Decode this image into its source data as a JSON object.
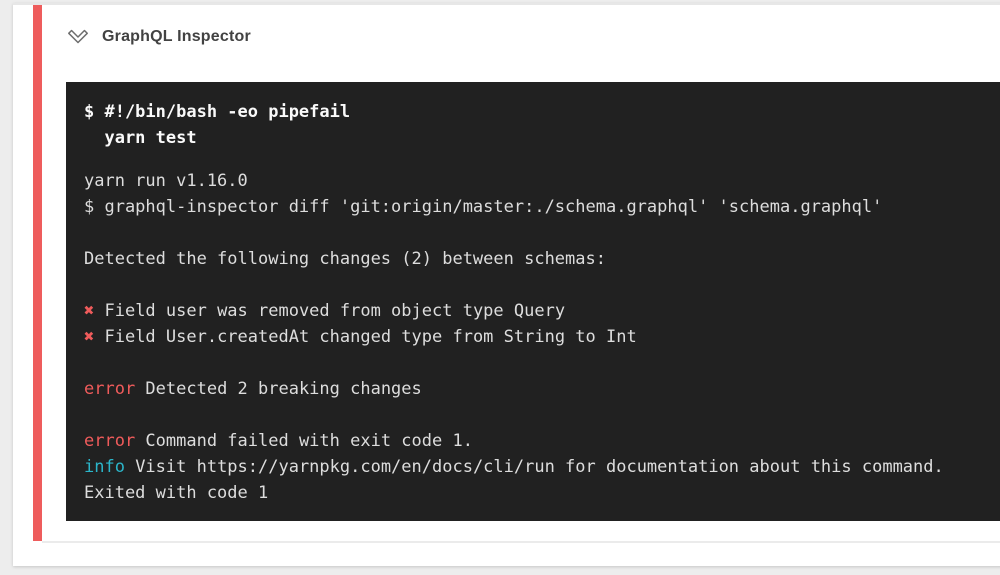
{
  "step": {
    "title": "GraphQL Inspector"
  },
  "icons": {
    "collapse": "chevron-down-icon"
  },
  "colors": {
    "page_bg": "#ededed",
    "card_bg": "#ffffff",
    "fail_accent": "#ee5c5c",
    "terminal_bg": "#212121",
    "terminal_text": "#dddddd",
    "terminal_bold": "#fafafa",
    "error_red": "#ef5b5b",
    "info_cyan": "#2bb5c9",
    "header_text": "#424242",
    "icon_gray": "#6d6d6d",
    "divider": "#e7e7e7"
  },
  "terminal": {
    "lines": [
      {
        "type": "line",
        "segs": [
          {
            "cls": "bold",
            "text": "$ #!/bin/bash -eo pipefail"
          }
        ]
      },
      {
        "type": "line",
        "segs": [
          {
            "cls": "bold",
            "text": "  yarn test"
          }
        ]
      },
      {
        "type": "gap"
      },
      {
        "type": "line",
        "segs": [
          {
            "cls": "plain",
            "text": "yarn run v1.16.0"
          }
        ]
      },
      {
        "type": "line",
        "segs": [
          {
            "cls": "plain",
            "text": "$ graphql-inspector diff 'git:origin/master:./schema.graphql' 'schema.graphql'"
          }
        ]
      },
      {
        "type": "blank"
      },
      {
        "type": "line",
        "segs": [
          {
            "cls": "plain",
            "text": "Detected the following changes (2) between schemas:"
          }
        ]
      },
      {
        "type": "blank"
      },
      {
        "type": "line",
        "segs": [
          {
            "cls": "red",
            "text": "✖"
          },
          {
            "cls": "plain",
            "text": " Field user was removed from object type Query"
          }
        ]
      },
      {
        "type": "line",
        "segs": [
          {
            "cls": "red",
            "text": "✖"
          },
          {
            "cls": "plain",
            "text": " Field User.createdAt changed type from String to Int"
          }
        ]
      },
      {
        "type": "blank"
      },
      {
        "type": "line",
        "segs": [
          {
            "cls": "red",
            "text": "error"
          },
          {
            "cls": "plain",
            "text": " Detected 2 breaking changes"
          }
        ]
      },
      {
        "type": "blank"
      },
      {
        "type": "line",
        "segs": [
          {
            "cls": "red",
            "text": "error"
          },
          {
            "cls": "plain",
            "text": " Command failed with exit code 1."
          }
        ]
      },
      {
        "type": "line",
        "segs": [
          {
            "cls": "cyan",
            "text": "info"
          },
          {
            "cls": "plain",
            "text": " Visit https://yarnpkg.com/en/docs/cli/run for documentation about this command."
          }
        ]
      },
      {
        "type": "line",
        "segs": [
          {
            "cls": "plain",
            "text": "Exited with code 1"
          }
        ]
      }
    ]
  }
}
